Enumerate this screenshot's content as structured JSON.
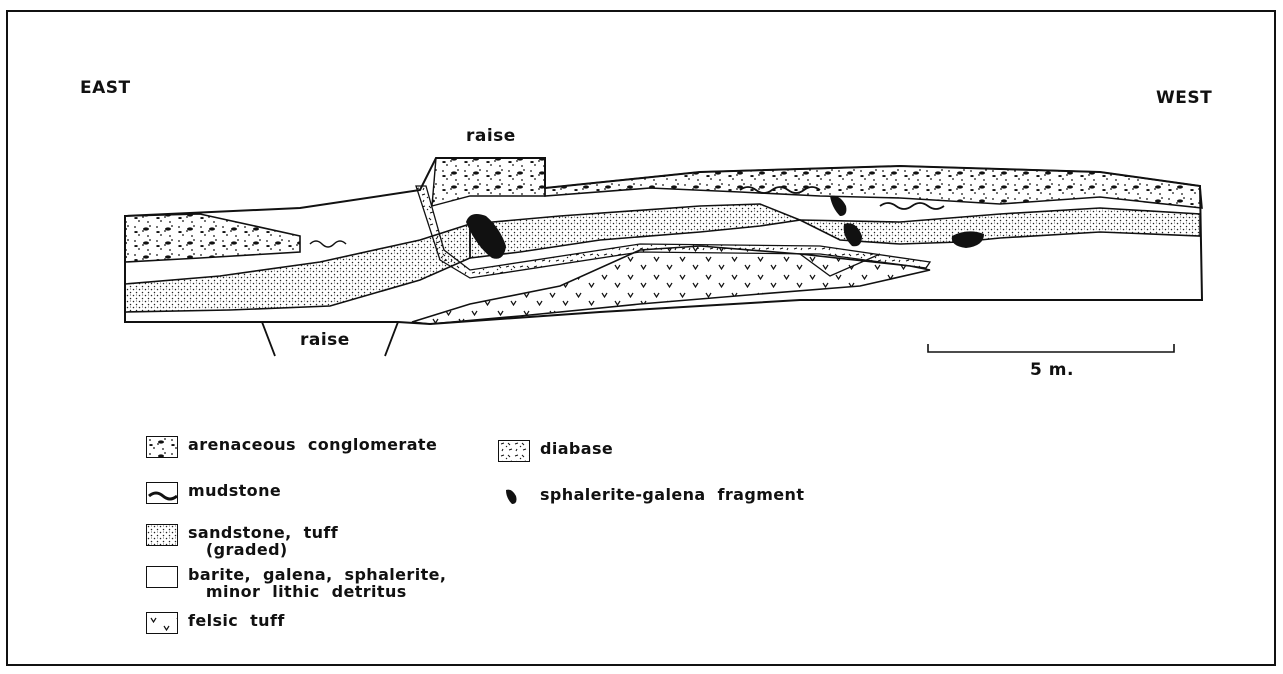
{
  "labels": {
    "east": "EAST",
    "west": "WEST",
    "raise_top": "raise",
    "raise_bottom": "raise"
  },
  "scale_bar": {
    "label": "5 m."
  },
  "legend": {
    "conglomerate": "arenaceous  conglomerate",
    "mudstone": "mudstone",
    "sandstone": "sandstone,  tuff\n   (graded)",
    "barite": "barite,  galena,  sphalerite,\n   minor  lithic  detritus",
    "felsic_tuff": "felsic  tuff",
    "diabase": "diabase",
    "sphalerite": "sphalerite-galena  fragment"
  }
}
